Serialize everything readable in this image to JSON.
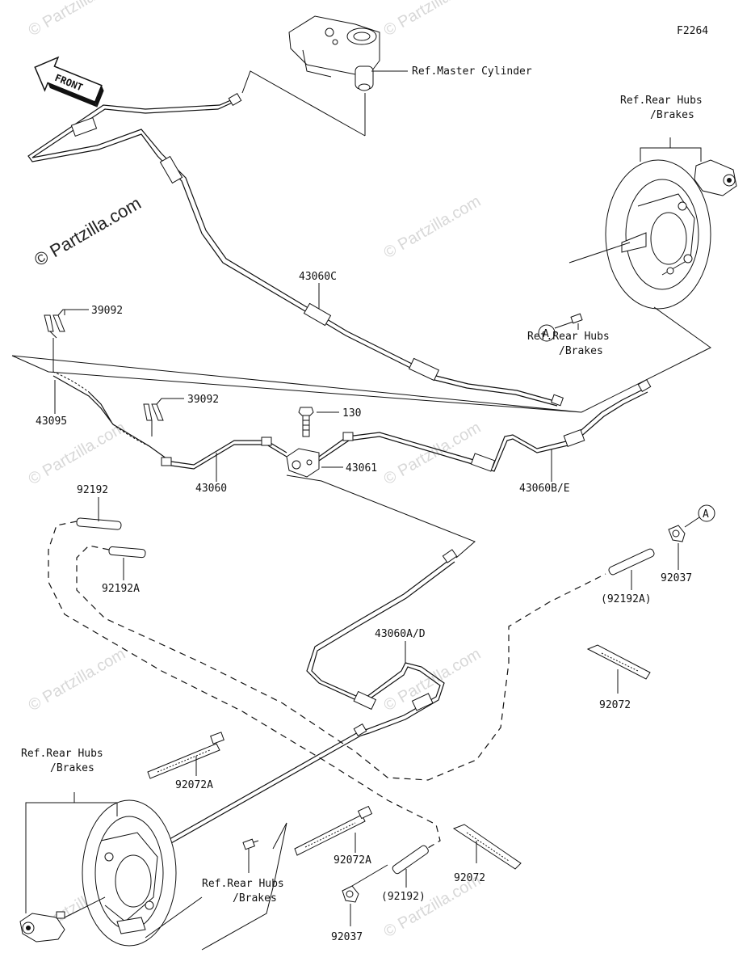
{
  "diagram_code": "F2264",
  "front_arrow_text": "FRONT",
  "watermark_main": "© Partzilla.com",
  "watermark_light": "© Partzilla.com",
  "labels": {
    "ref_master_cylinder": "Ref.Master Cylinder",
    "ref_rear_hubs_top_1": "Ref.Rear Hubs",
    "ref_rear_hubs_top_2": "/Brakes",
    "ref_rear_hubs_mid_1": "Ref.Rear Hubs",
    "ref_rear_hubs_mid_2": "/Brakes",
    "ref_rear_hubs_left_1": "Ref.Rear Hubs",
    "ref_rear_hubs_left_2": "/Brakes",
    "ref_rear_hubs_bot_1": "Ref.Rear Hubs",
    "ref_rear_hubs_bot_2": "/Brakes",
    "callout_a": "A",
    "p43060C": "43060C",
    "p39092_top": "39092",
    "p39092_mid": "39092",
    "p43095": "43095",
    "p130": "130",
    "p43061": "43061",
    "p43060": "43060",
    "p43060BE": "43060B/E",
    "p92192": "92192",
    "p92192A": "92192A",
    "p92192A_paren": "(92192A)",
    "p92037_top": "92037",
    "p43060AD": "43060A/D",
    "p92072_right": "92072",
    "p92072A_left": "92072A",
    "p92072A_mid": "92072A",
    "p92072_bottom": "92072",
    "p92192_paren": "(92192)",
    "p92037_bottom": "92037"
  }
}
